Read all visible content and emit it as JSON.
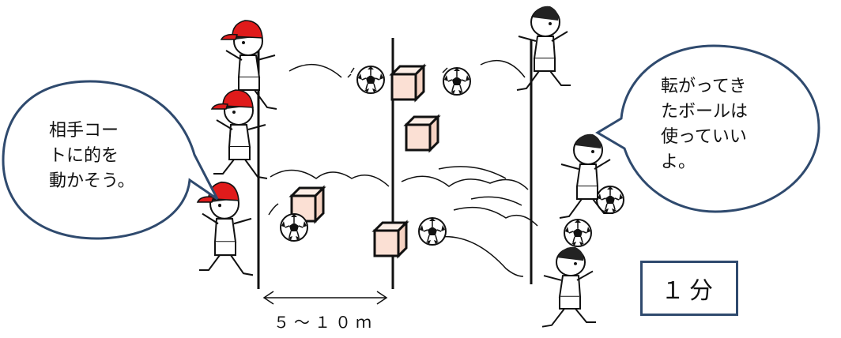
{
  "left_bubble": {
    "text": "相手コー\nトに的を\n動かそう。"
  },
  "right_bubble": {
    "text": "転がってき\nたボールは\n使っていい\nよ。"
  },
  "timer": {
    "label": "１分"
  },
  "distance": {
    "label": "５～１０ｍ"
  },
  "colors": {
    "bubble_fill": "#ffffff",
    "bubble_stroke": "#2f4a6e",
    "box_front": "#fbe0d4",
    "box_top": "#fdeee6",
    "cap_red": "#e01b1b",
    "line": "#111111"
  },
  "icons": [
    "soccer-ball-icon",
    "target-box-icon",
    "child-player-icon",
    "double-arrow-icon"
  ]
}
